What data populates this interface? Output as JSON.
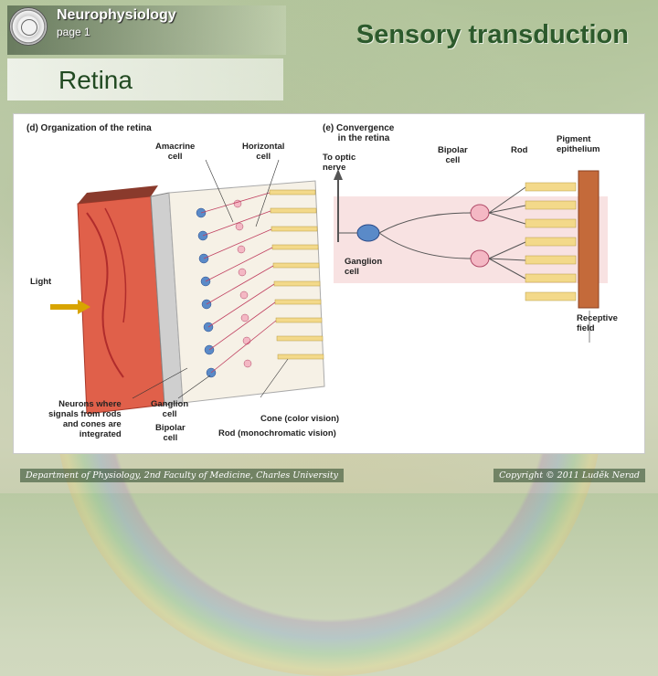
{
  "header": {
    "app_title": "Neurophysiology",
    "page_label": "page 1",
    "main_title": "Sensory transduction"
  },
  "section": {
    "title": "Retina"
  },
  "figure": {
    "panel_d": {
      "title": "(d) Organization of the retina",
      "labels": {
        "amacrine": "Amacrine\ncell",
        "horizontal": "Horizontal\ncell",
        "light": "Light",
        "neurons": "Neurons where\nsignals from rods\nand cones are\nintegrated",
        "ganglion": "Ganglion\ncell",
        "bipolar": "Bipolar\ncell",
        "cone": "Cone (color vision)",
        "rod": "Rod (monochromatic vision)"
      }
    },
    "panel_e": {
      "title": "(e) Convergence\n      in the retina",
      "labels": {
        "optic": "To optic\nnerve",
        "bipolar": "Bipolar\ncell",
        "rod": "Rod",
        "pigment": "Pigment\nepithelium",
        "ganglion": "Ganglion\ncell",
        "receptive": "Receptive\nfield"
      }
    }
  },
  "footer": {
    "left": "Department of Physiology, 2nd Faculty of Medicine, Charles University",
    "right": "Copyright © 2011 Luděk Nerad"
  },
  "colors": {
    "title_green": "#2c5a2c",
    "retina_red": "#e0604a",
    "cone_yellow": "#f3d98a",
    "rod_pink": "#f4b8c4",
    "neuron_blue": "#5a8ac8"
  },
  "icons": {
    "logo": "university-seal-icon"
  }
}
